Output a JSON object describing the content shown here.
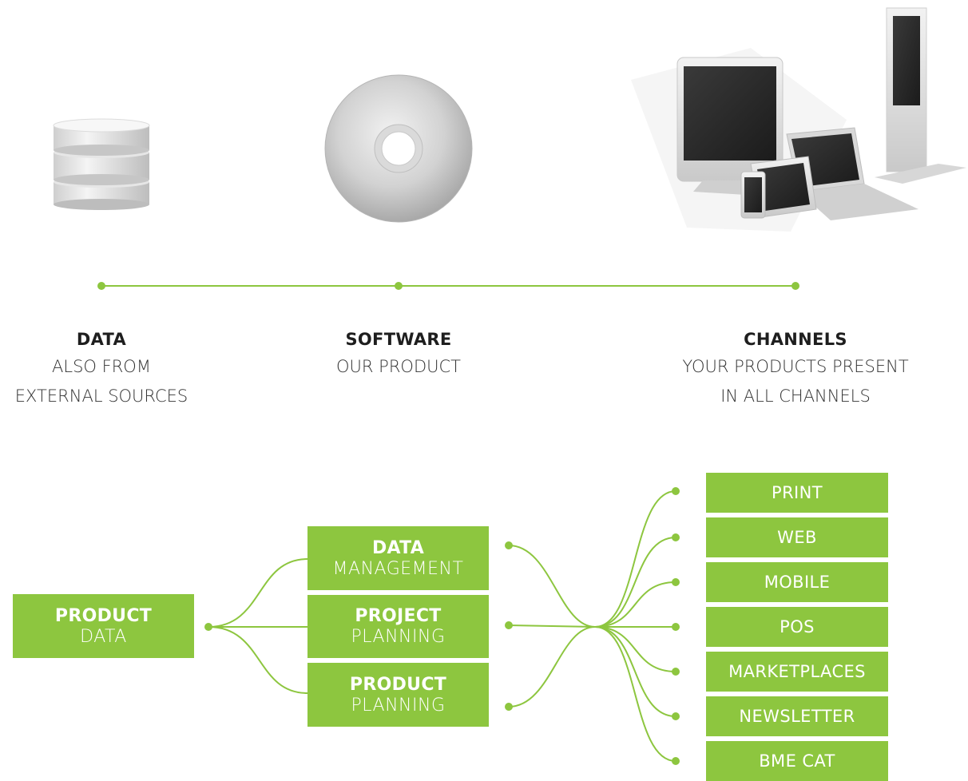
{
  "columns": [
    {
      "title": "DATA",
      "lines": [
        "ALSO FROM",
        "EXTERNAL SOURCES"
      ]
    },
    {
      "title": "SOFTWARE",
      "lines": [
        "OUR PRODUCT"
      ]
    },
    {
      "title": "CHANNELS",
      "lines": [
        "YOUR PRODUCTS PRESENT",
        "IN ALL CHANNELS"
      ]
    }
  ],
  "source": {
    "title": "PRODUCT",
    "sub": "DATA"
  },
  "modules": [
    {
      "title": "DATA",
      "sub": "MANAGEMENT"
    },
    {
      "title": "PROJECT",
      "sub": "PLANNING"
    },
    {
      "title": "PRODUCT",
      "sub": "PLANNING"
    }
  ],
  "channels": [
    "PRINT",
    "WEB",
    "MOBILE",
    "POS",
    "MARKETPLACES",
    "NEWSLETTER",
    "BME CAT"
  ],
  "colors": {
    "accent": "#8dc63f",
    "accent_dark": "#7ab32e"
  },
  "icons": [
    "database-icon",
    "cd-disc-icon",
    "devices-icon"
  ]
}
